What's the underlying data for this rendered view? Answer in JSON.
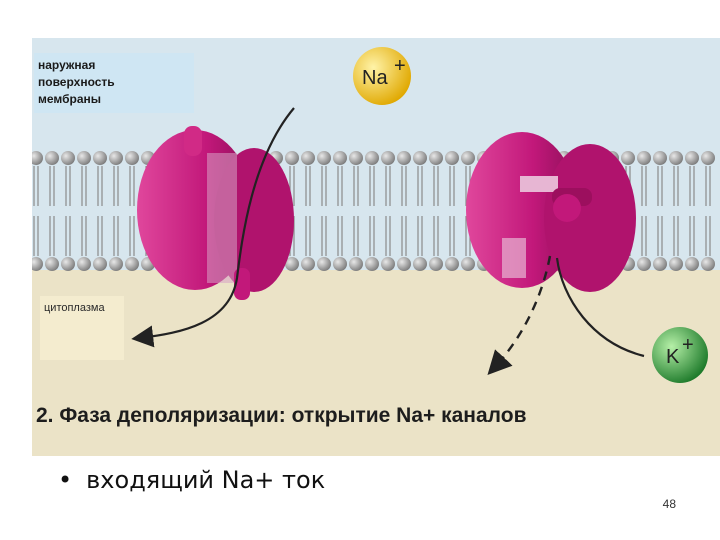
{
  "diagram": {
    "outer_surface_label": [
      "наружная",
      "поверхность",
      "мембраны"
    ],
    "cytoplasm_label": "цитоплазма",
    "ion_na": "Na",
    "ion_k": "K",
    "ion_charge": "+",
    "caption": "2. Фаза деполяризации: открытие Na+ каналов"
  },
  "slide": {
    "bullet_marker": "•",
    "bullet_text": "входящий Na+ ток",
    "page_number": "48"
  },
  "colors": {
    "membrane_head": "#9a9a9a",
    "channel": "#c2187a",
    "na_ion": "#f0c419",
    "k_ion": "#2e9e3a",
    "cytoplasm": "#ebe3c7",
    "extracellular": "#d7e6ee"
  }
}
